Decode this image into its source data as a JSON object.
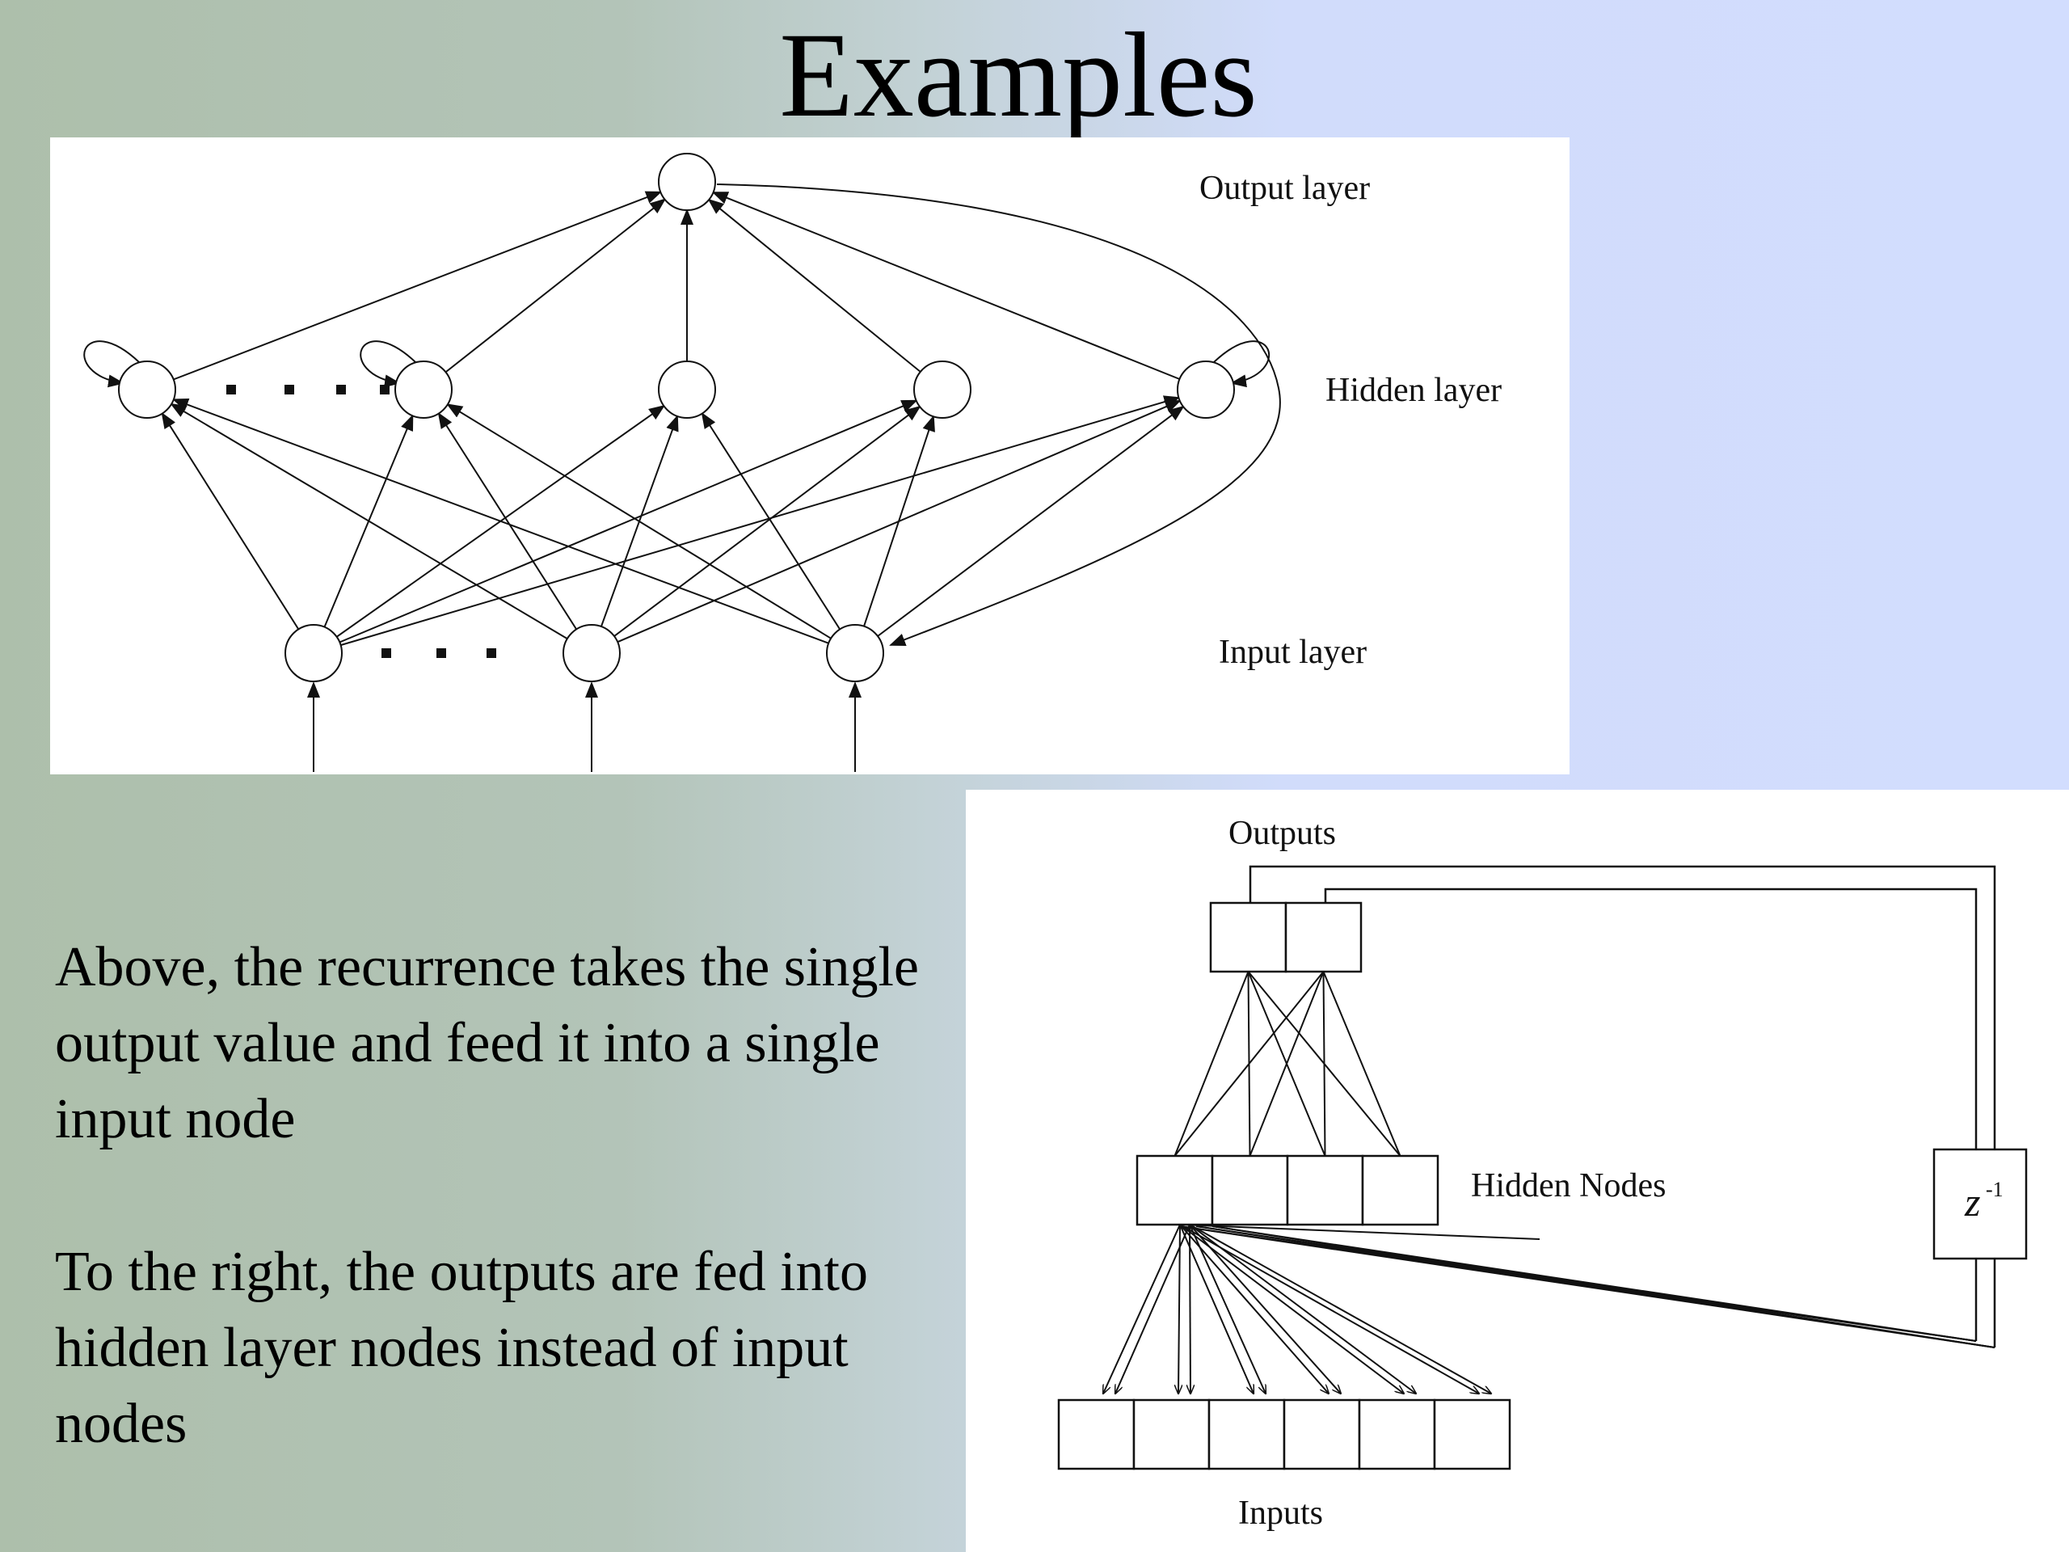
{
  "slide": {
    "title": "Examples",
    "caption_1": "Above, the recurrence takes the single output value and feed it into a single input node",
    "caption_2": "To the right, the outputs are fed into hidden layer nodes instead of input nodes"
  },
  "top_diagram": {
    "output_label": "Output layer",
    "hidden_label": "Hidden layer",
    "input_label": "Input layer"
  },
  "bottom_diagram": {
    "outputs_label": "Outputs",
    "hidden_label": "Hidden Nodes",
    "inputs_label": "Inputs",
    "delay_base": "z",
    "delay_exp": "-1"
  },
  "colors": {
    "line": "#111111",
    "panel": "#ffffff"
  }
}
